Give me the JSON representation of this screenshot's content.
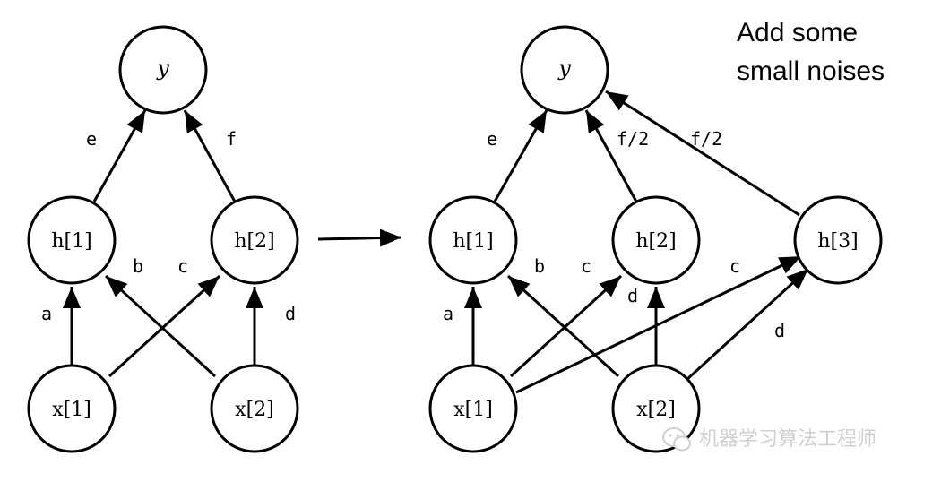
{
  "left": {
    "nodes": {
      "y": "y",
      "h1": "h[1]",
      "h2": "h[2]",
      "x1": "x[1]",
      "x2": "x[2]"
    },
    "edges": {
      "e": "e",
      "f": "f",
      "a": "a",
      "b": "b",
      "c": "c",
      "d": "d"
    }
  },
  "right": {
    "nodes": {
      "y": "y",
      "h1": "h[1]",
      "h2": "h[2]",
      "h3": "h[3]",
      "x1": "x[1]",
      "x2": "x[2]"
    },
    "edges": {
      "e": "e",
      "f_half_1": "f/2",
      "f_half_2": "f/2",
      "a": "a",
      "b": "b",
      "c1": "c",
      "d1": "d",
      "c2": "c",
      "d2": "d"
    }
  },
  "note": {
    "line1": "Add some",
    "line2": "small noises"
  },
  "watermark": {
    "text": "机器学习算法工程师",
    "icon": "wechat-icon"
  }
}
